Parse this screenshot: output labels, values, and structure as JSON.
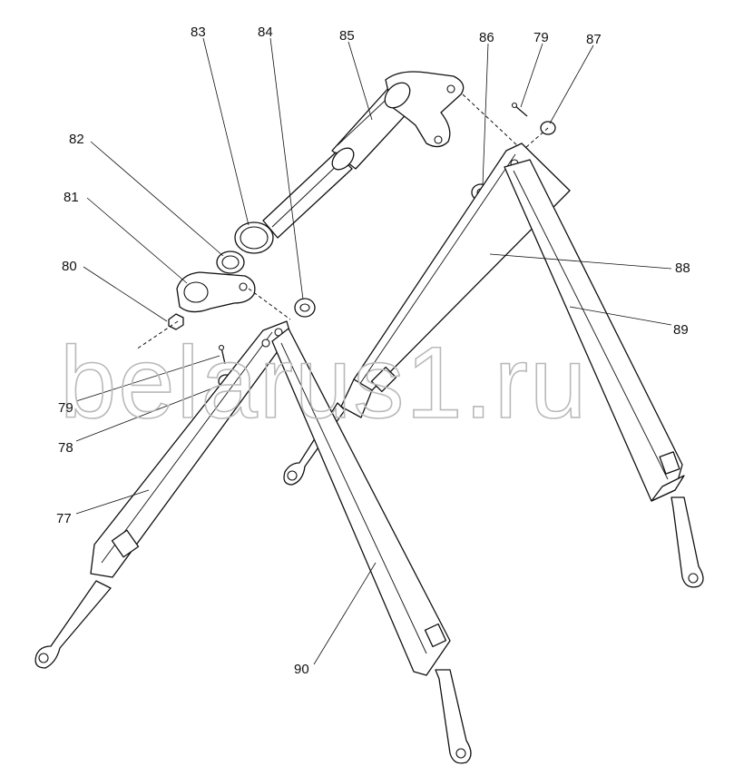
{
  "watermark": "belarus1.ru",
  "callouts": {
    "p77": "77",
    "p78": "78",
    "p79a": "79",
    "p79b": "79",
    "p80": "80",
    "p81": "81",
    "p82": "82",
    "p83": "83",
    "p84": "84",
    "p85": "85",
    "p86": "86",
    "p87": "87",
    "p88": "88",
    "p89": "89",
    "p90": "90"
  }
}
